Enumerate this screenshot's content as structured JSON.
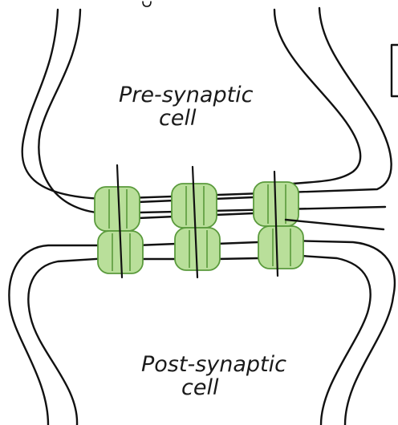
{
  "labels": {
    "pre_line1": "Pre-synaptic",
    "pre_line2": "cell",
    "post_line1": "Post-synaptic",
    "post_line2": "cell"
  },
  "colors": {
    "outline": "#111111",
    "protein_fill": "#b9df9a",
    "protein_stroke": "#5a9a3c"
  },
  "junction_count": 3
}
